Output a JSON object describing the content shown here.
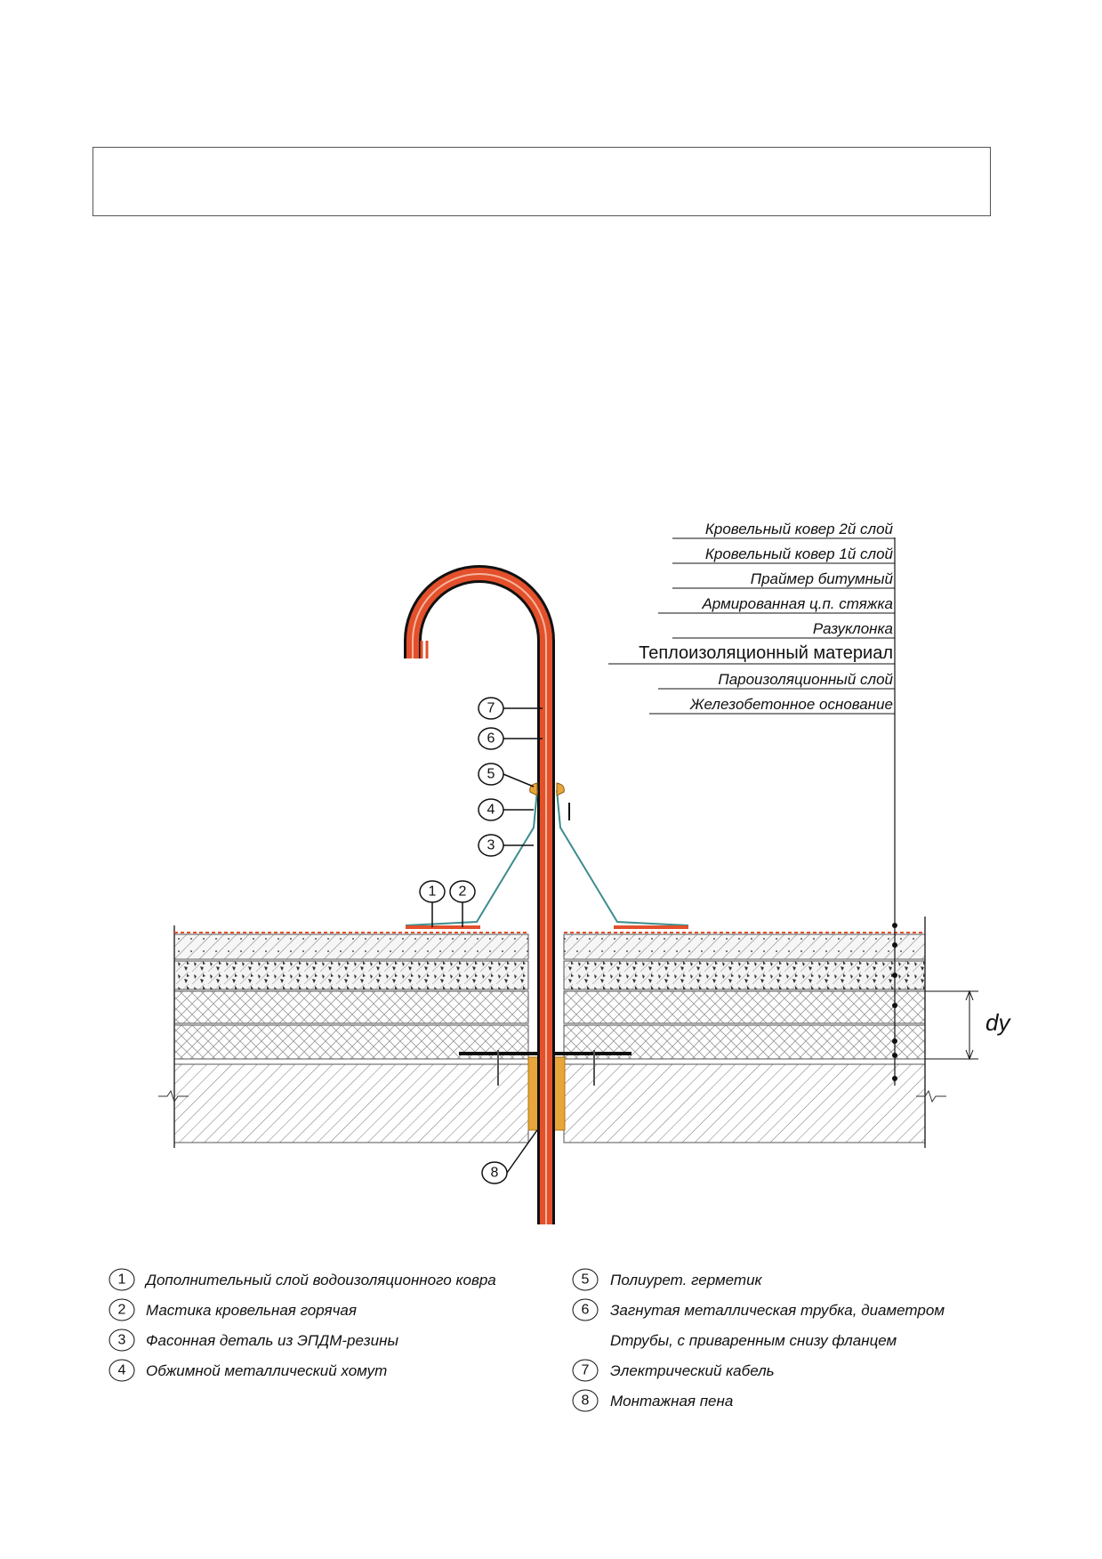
{
  "layer_labels": [
    "Кровельный ковер 2й слой",
    "Кровельный ковер 1й слой",
    "Праймер битумный",
    "Армированная ц.п. стяжка",
    "Разуклонка",
    "Теплоизоляционный материал",
    "Пароизоляционный слой",
    "Железобетонное основание"
  ],
  "callouts": [
    "1",
    "2",
    "3",
    "4",
    "5",
    "6",
    "7",
    "8"
  ],
  "dimension_label": "dy",
  "legend": [
    {
      "num": "1",
      "text": "Дополнительный слой водоизоляционного ковра"
    },
    {
      "num": "2",
      "text": "Мастика кровельная горячая"
    },
    {
      "num": "3",
      "text": "Фасонная деталь из ЭПДМ-резины"
    },
    {
      "num": "4",
      "text": "Обжимной металлический хомут"
    },
    {
      "num": "5",
      "text": "Полиурет. герметик"
    },
    {
      "num": "6",
      "text": "Загнутая металлическая трубка, диаметром"
    },
    {
      "num": "",
      "text": "Dтрубы, с приваренным снизу фланцем"
    },
    {
      "num": "7",
      "text": "Электрический кабель"
    },
    {
      "num": "8",
      "text": "Монтажная пена"
    }
  ],
  "colors": {
    "pipe": "#e3502b",
    "foam": "#e8a53a",
    "membrane": "#3d8d8c",
    "hatch": "#666666"
  }
}
